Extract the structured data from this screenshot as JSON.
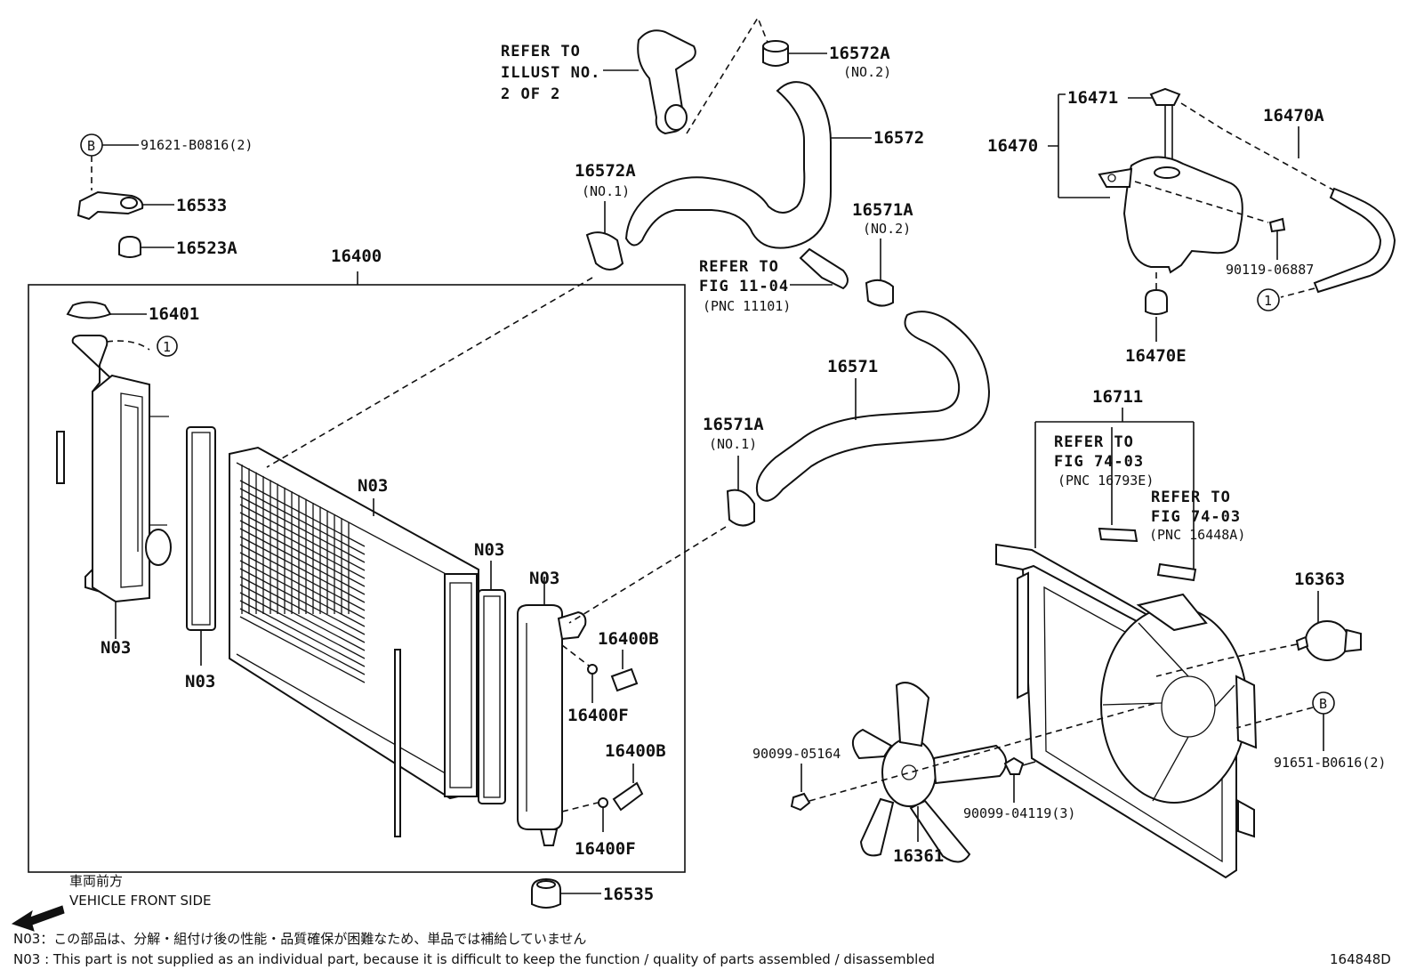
{
  "callouts": {
    "p16400": "16400",
    "p16401": "16401",
    "p16533": "16533",
    "p16523A": "16523A",
    "p91621": "91621-B0816(2)",
    "circle_b": "B",
    "circle_1": "1",
    "refer_illust": [
      "REFER TO",
      "ILLUST NO.",
      "2 OF 2"
    ],
    "p16572A_no2": "16572A",
    "no2": "(NO.2)",
    "p16572": "16572",
    "p16572A_no1": "16572A",
    "no1": "(NO.1)",
    "refer_fig1104": [
      "REFER TO",
      "FIG 11-04",
      "(PNC 11101)"
    ],
    "p16571A_no2": "16571A",
    "p16571": "16571",
    "p16571A_no1": "16571A",
    "p16471": "16471",
    "p16470": "16470",
    "p16470A": "16470A",
    "p90119": "90119-06887",
    "p16470E": "16470E",
    "p16711": "16711",
    "refer_fig7403a": [
      "REFER TO",
      "FIG 74-03",
      "(PNC 16793E)"
    ],
    "refer_fig7403b": [
      "REFER TO",
      "FIG 74-03",
      "(PNC 16448A)"
    ],
    "p16363": "16363",
    "p91651": "91651-B0616(2)",
    "p90099_05164": "90099-05164",
    "p90099_04119": "90099-04119(3)",
    "p16361": "16361",
    "n03": "N03",
    "p16400B": "16400B",
    "p16400F": "16400F",
    "p16535": "16535"
  },
  "orientation": {
    "jp": "車両前方",
    "en": "VEHICLE FRONT SIDE"
  },
  "notes": {
    "jp": "N03：この部品は、分解・組付け後の性能・品質確保が困難なため、単品では補給していません",
    "en": "N03 : This part is not supplied as an individual part, because it is difficult to keep the function / quality of parts assembled / disassembled"
  },
  "figure_id": "164848D"
}
